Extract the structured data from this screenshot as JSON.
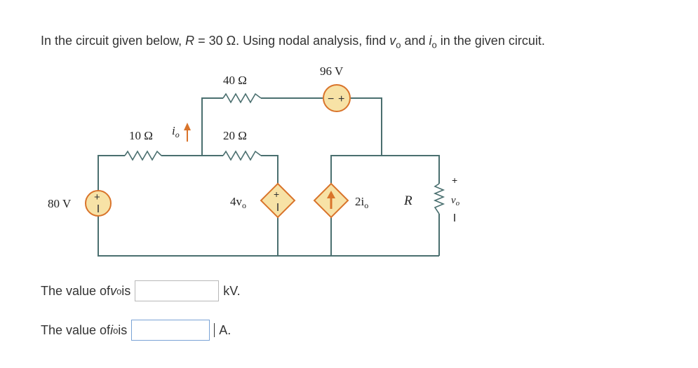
{
  "question": {
    "pre": "In the circuit given below, ",
    "R_sym": "R",
    "eq": " = 30 Ω. Using nodal analysis, find ",
    "v_sym": "v",
    "v_sub": "o",
    "and": " and ",
    "i_sym": "i",
    "i_sub": "o",
    "post": " in the given circuit."
  },
  "circuit": {
    "r40": "40 Ω",
    "r20": "20 Ω",
    "r10": "10 Ω",
    "v96": "96 V",
    "v80": "80 V",
    "io_label": "i",
    "io_sub": "o",
    "dep_v": "4v",
    "dep_v_sub": "o",
    "dep_i": "2i",
    "dep_i_sub": "o",
    "R": "R",
    "vo": "v",
    "vo_sub": "o",
    "plus": "+",
    "minus": "−",
    "wire_color": "#4a6f6f",
    "source_fill": "#f7e2a6",
    "source_stroke": "#d9742b"
  },
  "answers": {
    "vo_pre": "The value of ",
    "vo_sym": "v",
    "vo_sub": "o",
    "vo_is": " is",
    "vo_unit": "kV.",
    "io_pre": "The value of ",
    "io_sym": "i",
    "io_sub": "o",
    "io_is": " is",
    "io_unit": "A."
  }
}
